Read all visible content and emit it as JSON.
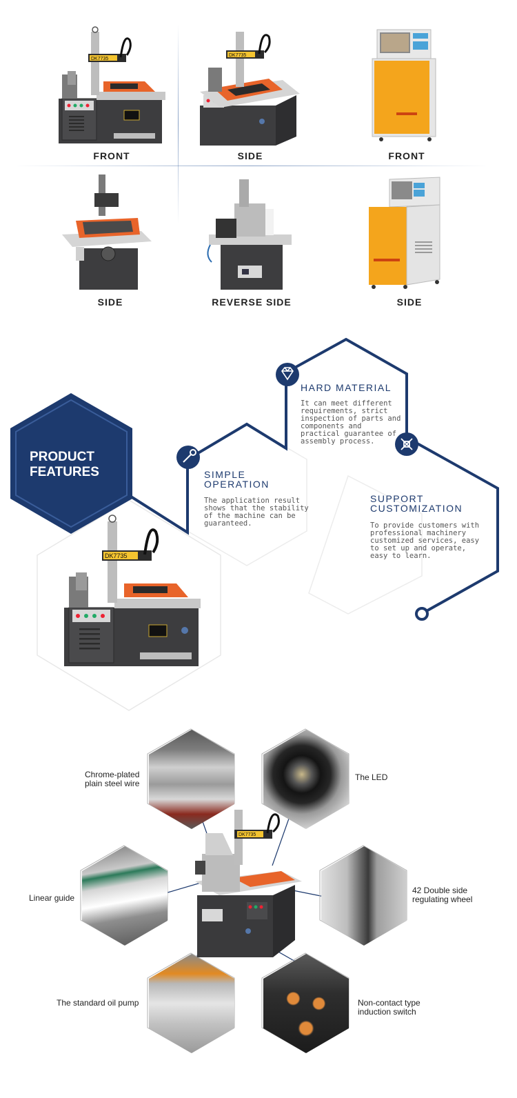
{
  "views": [
    {
      "label": "FRONT"
    },
    {
      "label": "SIDE"
    },
    {
      "label": "FRONT"
    },
    {
      "label": "SIDE"
    },
    {
      "label": "REVERSE SIDE"
    },
    {
      "label": "SIDE"
    }
  ],
  "features": {
    "heading_line1": "PRODUCT",
    "heading_line2": "FEATURES",
    "items": [
      {
        "title": "HARD MATERIAL",
        "text": "It can meet different\nrequirements, strict\ninspection of parts and\ncomponents and\npractical guarantee of\nassembly process."
      },
      {
        "title_line1": "SIMPLE",
        "title_line2": "OPERATION",
        "text": "The application result\nshows that the stability\nof the machine can be\nguaranteed."
      },
      {
        "title_line1": "SUPPORT",
        "title_line2": "CUSTOMIZATION",
        "text": "To provide customers with\nprofessional machinery\ncustomized services, easy\nto set up and operate,\neasy to learn."
      }
    ]
  },
  "machine_plate": "DK7735",
  "callouts": [
    {
      "text": "Chrome-plated\nplain steel wire"
    },
    {
      "text": "The LED"
    },
    {
      "text": "Linear guide"
    },
    {
      "text": "42 Double side\nregulating wheel"
    },
    {
      "text": "The standard oil pump"
    },
    {
      "text": "Non-contact type\ninduction switch"
    }
  ],
  "colors": {
    "navy": "#1d3a6e",
    "orange": "#e8642a",
    "cabinet": "#f4a51c",
    "machine": "#3d3d3f"
  }
}
